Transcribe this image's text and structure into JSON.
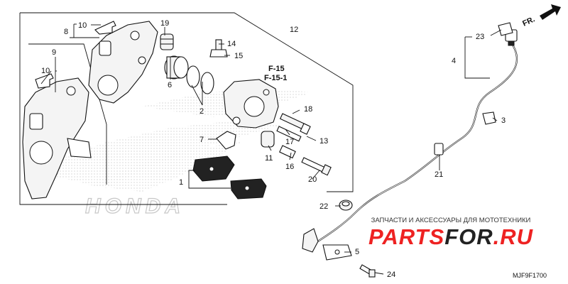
{
  "frame": {
    "label": "12"
  },
  "callouts": [
    {
      "id": "c8",
      "text": "8"
    },
    {
      "id": "c10a",
      "text": "10"
    },
    {
      "id": "c9",
      "text": "9"
    },
    {
      "id": "c10b",
      "text": "10"
    },
    {
      "id": "c19",
      "text": "19"
    },
    {
      "id": "c6",
      "text": "6"
    },
    {
      "id": "c2",
      "text": "2"
    },
    {
      "id": "c14",
      "text": "14"
    },
    {
      "id": "c15",
      "text": "15"
    },
    {
      "id": "c7",
      "text": "7"
    },
    {
      "id": "c1",
      "text": "1"
    },
    {
      "id": "c18",
      "text": "18"
    },
    {
      "id": "c13",
      "text": "13"
    },
    {
      "id": "c17",
      "text": "17"
    },
    {
      "id": "c11",
      "text": "11"
    },
    {
      "id": "c16",
      "text": "16"
    },
    {
      "id": "c20",
      "text": "20"
    },
    {
      "id": "c23",
      "text": "23"
    },
    {
      "id": "c4",
      "text": "4"
    },
    {
      "id": "c3",
      "text": "3"
    },
    {
      "id": "c21",
      "text": "21"
    },
    {
      "id": "c22",
      "text": "22"
    },
    {
      "id": "c5",
      "text": "5"
    },
    {
      "id": "c24",
      "text": "24"
    }
  ],
  "references": [
    "F-15",
    "F-15-1"
  ],
  "direction": {
    "label": "FR."
  },
  "watermark": {
    "tagline": "ЗАПЧАСТИ И АКСЕССУАРЫ ДЛЯ МОТОТЕХНИКИ",
    "logo_part1": "PARTS",
    "logo_part2": "FOR",
    "logo_part3": ".RU",
    "logo_color": "#ee2222",
    "logo_color_dark": "#222222"
  },
  "background_brand": "HONDA",
  "diagram_code": "MJF9F1700"
}
